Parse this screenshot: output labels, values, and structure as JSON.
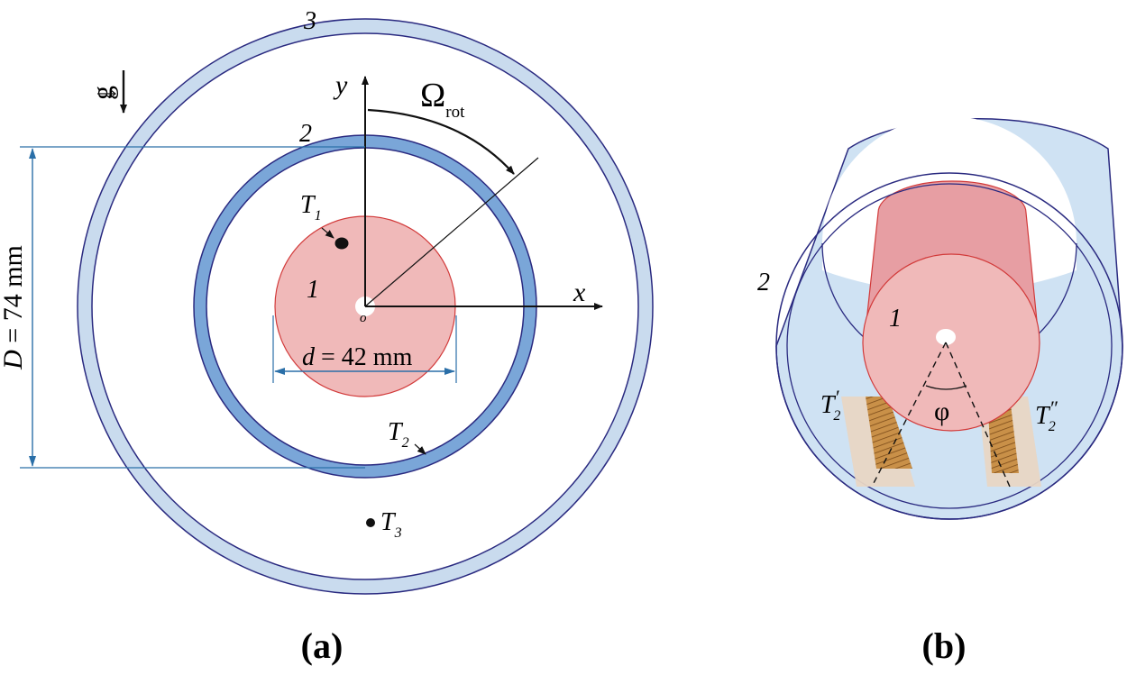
{
  "panel_a": {
    "caption": "(a)",
    "label_1": "1",
    "label_2": "2",
    "label_3": "3",
    "axis_x": "x",
    "axis_y": "y",
    "origin": "o",
    "omega_symbol": "Ω",
    "omega_sub": "rot",
    "gravity": "g",
    "T1": "T",
    "T1_sub": "1",
    "T2": "T",
    "T2_sub": "2",
    "T3": "T",
    "T3_sub": "3",
    "D_dim": {
      "var": "D",
      "rest": " = 74 mm"
    },
    "d_dim": {
      "var": "d",
      "rest": " = 42 mm"
    }
  },
  "panel_b": {
    "caption": "(b)",
    "label_1": "1",
    "label_2": "2",
    "phi": "φ",
    "T2p": "T",
    "T2p_sub": "2",
    "T2p_prime": "′",
    "T2pp": "T",
    "T2pp_sub": "2",
    "T2pp_prime": "″"
  },
  "colors": {
    "rotor_fill": "#f0b9b9",
    "rotor_stroke": "#d23a3a",
    "ring2_fill": "#7aa6d8",
    "ring3_fill": "#c9dbee",
    "ring_stroke": "#2a2a80",
    "tube_fill": "#cfe2f3",
    "dim_color": "#2a6fa8"
  }
}
